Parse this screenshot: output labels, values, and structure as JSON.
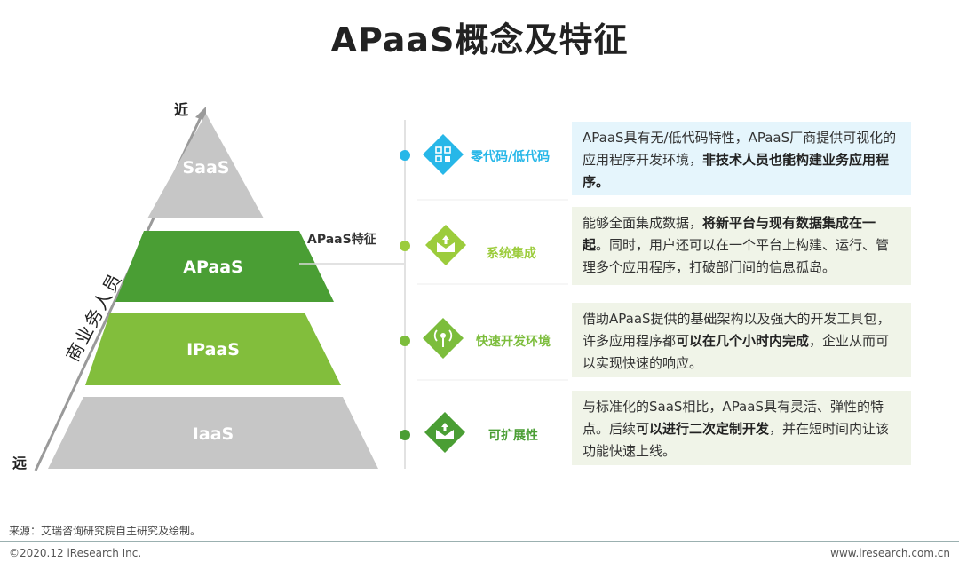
{
  "title": "APaaS概念及特征",
  "axis": {
    "top_label": "近",
    "bottom_label": "远",
    "role_label": "商业务人员"
  },
  "pyramid": {
    "tiers": [
      {
        "label": "SaaS",
        "color": "#c6c6c6"
      },
      {
        "label": "APaaS",
        "color": "#4a9e34"
      },
      {
        "label": "IPaaS",
        "color": "#82be3c"
      },
      {
        "label": "IaaS",
        "color": "#c6c6c6"
      }
    ]
  },
  "features": {
    "title": "APaaS特征",
    "items": [
      {
        "label": "零代码/低代码",
        "icon": "grid-apps-icon",
        "accent": "#27b7e8",
        "box_color": "#e5f5fc",
        "desc": [
          {
            "t": "APaaS具有无/低代码特性，APaaS厂商提供可视化的应用程序开发环境，",
            "b": false
          },
          {
            "t": "非技术人员也能构建业务应用程序。",
            "b": true
          }
        ]
      },
      {
        "label": "系统集成",
        "icon": "envelope-upload-icon",
        "accent": "#9ccc3c",
        "box_color": "#f0f4e8",
        "desc": [
          {
            "t": "能够全面集成数据，",
            "b": false
          },
          {
            "t": "将新平台与现有数据集成在一起",
            "b": true
          },
          {
            "t": "。同时，用户还可以在一个平台上构建、运行、管理多个应用程序，打破部门间的信息孤岛。",
            "b": false
          }
        ]
      },
      {
        "label": "快速开发环境",
        "icon": "broadcast-icon",
        "accent": "#7cbd3c",
        "box_color": "#f0f4e8",
        "desc": [
          {
            "t": "借助APaaS提供的基础架构以及强大的开发工具包，许多应用程序都",
            "b": false
          },
          {
            "t": "可以在几个小时内完成",
            "b": true
          },
          {
            "t": "，企业从而可以实现快速的响应。",
            "b": false
          }
        ]
      },
      {
        "label": "可扩展性",
        "icon": "envelope-upload-icon",
        "accent": "#4a9e34",
        "box_color": "#f0f4e8",
        "desc": [
          {
            "t": "与标准化的SaaS相比，APaaS具有灵活、弹性的特点。后续",
            "b": false
          },
          {
            "t": "可以进行二次定制开发",
            "b": true
          },
          {
            "t": "，并在短时间内让该功能快速上线。",
            "b": false
          }
        ]
      }
    ]
  },
  "footer": {
    "source": "来源：艾瑞咨询研究院自主研究及绘制。",
    "copyright": "©2020.12 iResearch Inc.",
    "website": "www.iresearch.com.cn"
  }
}
